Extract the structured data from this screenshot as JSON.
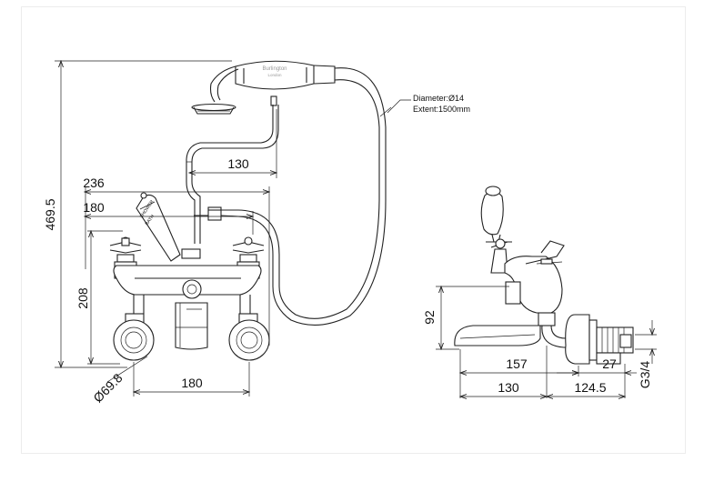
{
  "dimensions": {
    "d_469_5": "469.5",
    "d_236": "236",
    "d_180_top": "180",
    "d_208": "208",
    "d_130_top": "130",
    "d_diameter_69_8": "Ø69.8",
    "d_180_bottom": "180",
    "d_92": "92",
    "d_157": "157",
    "d_130_side": "130",
    "d_124_5": "124.5",
    "d_27": "27",
    "d_g3_4": "G3/4"
  },
  "hose_note": {
    "line1": "Diameter:Ø14",
    "line2": "Extent:1500mm"
  },
  "handset_logo": {
    "brand": "Burlington",
    "sub": "London"
  },
  "diverter_label": {
    "line1": "SHOWER",
    "line2": "BATH"
  }
}
